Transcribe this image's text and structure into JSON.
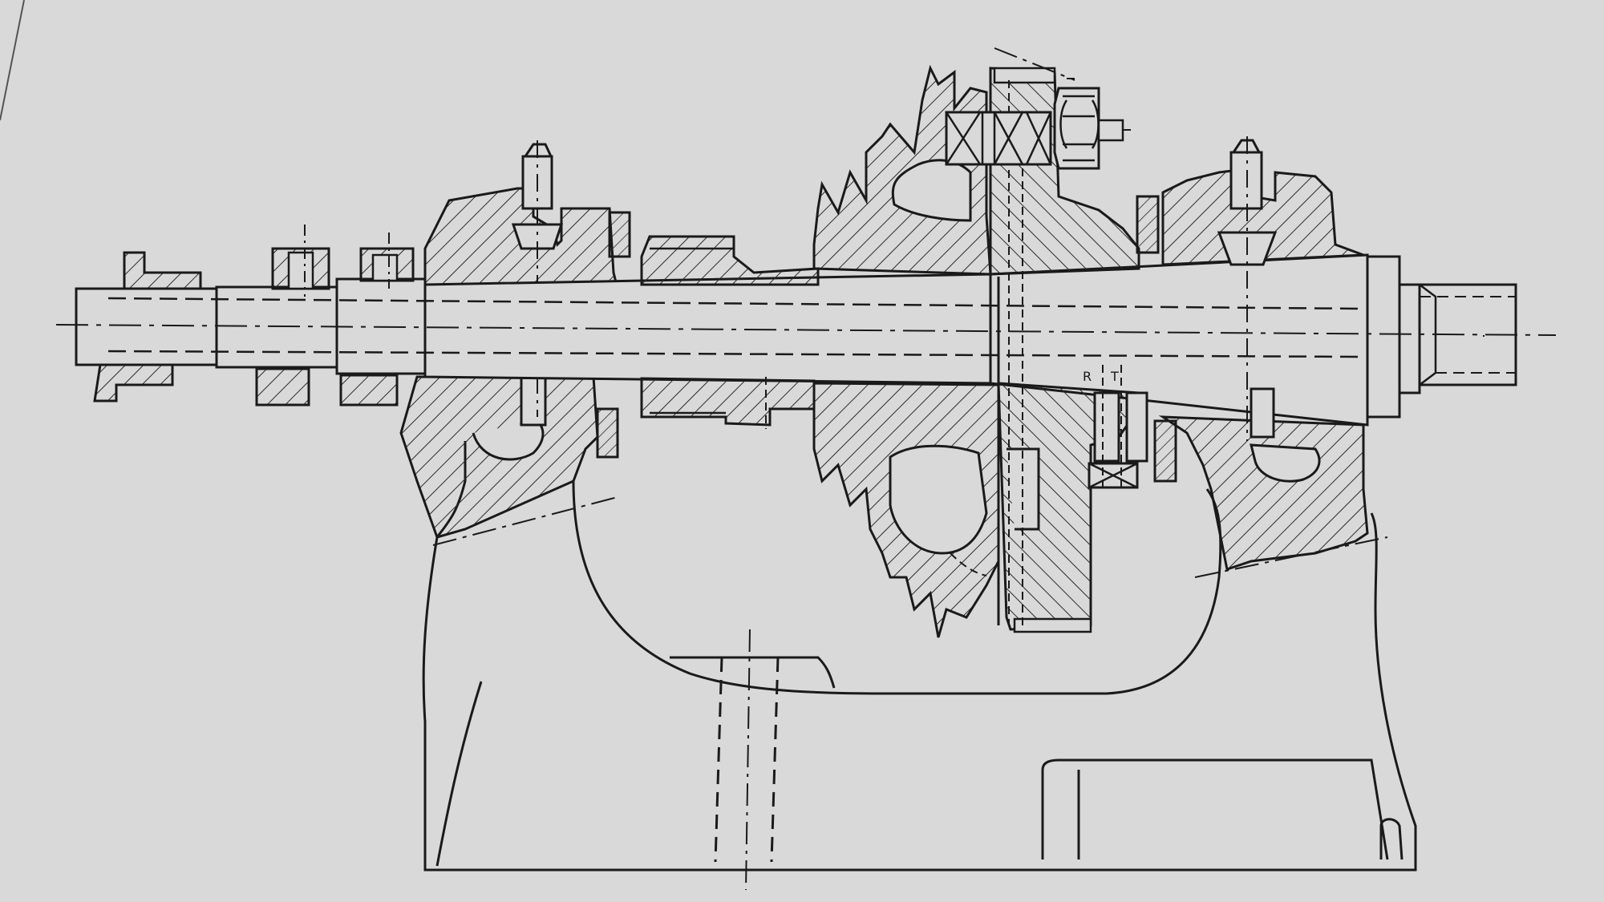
{
  "drawing": {
    "paper_color": "#d9d9d9",
    "ink_color": "#1a1a1a",
    "hatch_color": "#2a2a2a",
    "annotation_labels": [
      {
        "id": "key-label-1",
        "text": "R"
      },
      {
        "id": "key-label-2",
        "text": "T"
      }
    ]
  }
}
